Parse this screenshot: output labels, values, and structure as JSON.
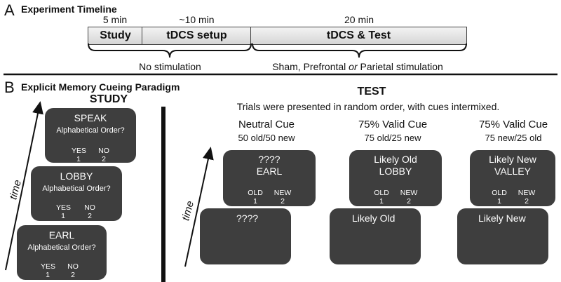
{
  "panel_a": {
    "letter": "A",
    "title": "Experiment Timeline",
    "phases": [
      {
        "label": "Study",
        "duration": "5 min"
      },
      {
        "label": "tDCS setup",
        "duration": "~10 min"
      },
      {
        "label": "tDCS & Test",
        "duration": "20 min"
      }
    ],
    "brace_left_label": "No stimulation",
    "brace_right_label_pre": "Sham, Prefrontal ",
    "brace_right_label_or": "or",
    "brace_right_label_post": " Parietal stimulation"
  },
  "panel_b": {
    "letter": "B",
    "title": "Explicit Memory Cueing Paradigm",
    "study": {
      "heading": "STUDY",
      "time_label": "time",
      "cards": [
        {
          "word": "SPEAK",
          "question": "Alphabetical Order?",
          "yes": "YES",
          "yes_key": "1",
          "no": "NO",
          "no_key": "2"
        },
        {
          "word": "LOBBY",
          "question": "Alphabetical Order?",
          "yes": "YES",
          "yes_key": "1",
          "no": "NO",
          "no_key": "2"
        },
        {
          "word": "EARL",
          "question": "Alphabetical Order?",
          "yes": "YES",
          "yes_key": "1",
          "no": "NO",
          "no_key": "2"
        }
      ]
    },
    "test": {
      "heading": "TEST",
      "subtitle": "Trials were presented in random order, with cues intermixed.",
      "time_label": "time",
      "conditions": [
        {
          "title": "Neutral Cue",
          "ratio": "50 old/50 new",
          "front_cue": "????",
          "front_word": "EARL",
          "old": "OLD",
          "old_key": "1",
          "new": "NEW",
          "new_key": "2",
          "back_cue": "????"
        },
        {
          "title": "75% Valid Cue",
          "ratio": "75 old/25 new",
          "front_cue": "Likely Old",
          "front_word": "LOBBY",
          "old": "OLD",
          "old_key": "1",
          "new": "NEW",
          "new_key": "2",
          "back_cue": "Likely Old"
        },
        {
          "title": "75% Valid Cue",
          "ratio": "75 new/25 old",
          "front_cue": "Likely New",
          "front_word": "VALLEY",
          "old": "OLD",
          "old_key": "1",
          "new": "NEW",
          "new_key": "2",
          "back_cue": "Likely New"
        }
      ]
    }
  },
  "colors": {
    "card": "#3e3e3e",
    "bar_top": "#f3f3f3",
    "bar_bottom": "#d6d6d6",
    "text": "#111111"
  }
}
